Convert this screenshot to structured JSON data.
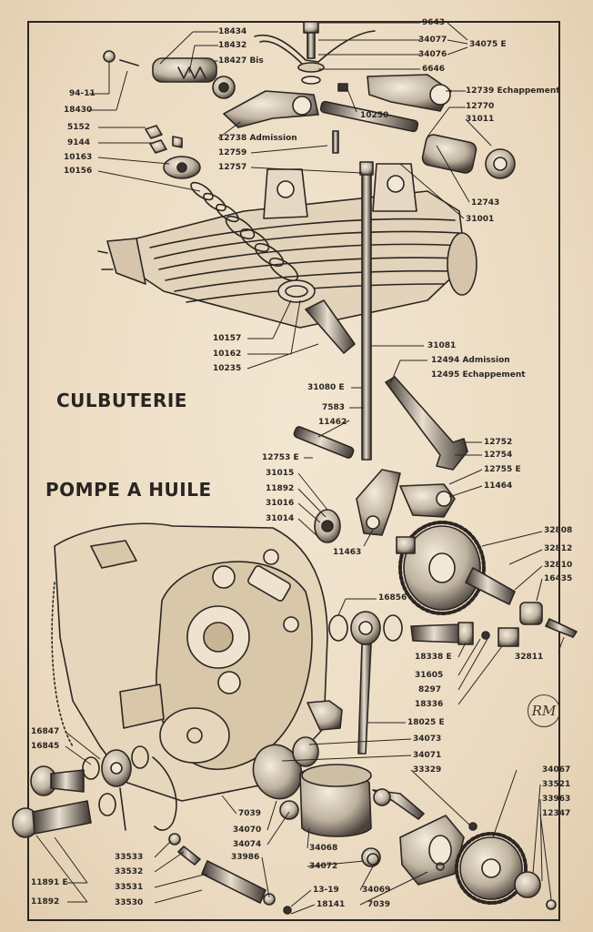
{
  "titles": {
    "culbuterie": "CULBUTERIE",
    "pompe": "POMPE A HUILE"
  },
  "labels": {
    "l18434": "18434",
    "l18432": "18432",
    "l18427": "18427 Bis",
    "l9411": "94-11",
    "l18430": "18430",
    "l9643": "9643",
    "l34077": "34077",
    "l34076": "34076",
    "l6646": "6646",
    "l34075": "34075 E",
    "l12739": "12739 Echappement",
    "l12770": "12770",
    "l31011": "31011",
    "l10250": "10250",
    "l5152": "5152",
    "l9144": "9144",
    "l10163": "10163",
    "l10156": "10156",
    "l12738": "12738 Admission",
    "l12759": "12759",
    "l12757": "12757",
    "l12743": "12743",
    "l31001": "31001",
    "l10157": "10157",
    "l10162": "10162",
    "l10235": "10235",
    "l31081": "31081",
    "l12494": "12494 Admission",
    "l12495": "12495 Echappement",
    "l31080": "31080 E",
    "l7583": "7583",
    "l11462": "11462",
    "l12753": "12753 E",
    "l31015": "31015",
    "l11892a": "11892",
    "l31016": "31016",
    "l31014": "31014",
    "l12752": "12752",
    "l12754": "12754",
    "l12755": "12755 E",
    "l11464": "11464",
    "l11463": "11463",
    "l32808": "32808",
    "l32812": "32812",
    "l32810": "32810",
    "l16435": "16435",
    "l16856": "16856",
    "l32811": "32811",
    "l18338": "18338 E",
    "l31605": "31605",
    "l8297": "8297",
    "l18336": "18336",
    "l18025": "18025 E",
    "l16847": "16847",
    "l16845": "16845",
    "l34073": "34073",
    "l34071": "34071",
    "l33329": "33329",
    "l34067": "34067",
    "l33521": "33521",
    "l33963": "33963",
    "l12347": "12347",
    "l7039a": "7039",
    "l34070": "34070",
    "l34074": "34074",
    "l34068": "34068",
    "l34072": "34072",
    "l33533": "33533",
    "l33532": "33532",
    "l33986": "33986",
    "l33531": "33531",
    "l1319": "13-19",
    "l18141": "18141",
    "l34069": "34069",
    "l7039b": "7039",
    "l33530": "33530",
    "l11891": "11891 E",
    "l11892b": "11892"
  },
  "logo_text": "RM",
  "colors": {
    "paper": "#efe2cc",
    "ink": "#2a2522"
  }
}
